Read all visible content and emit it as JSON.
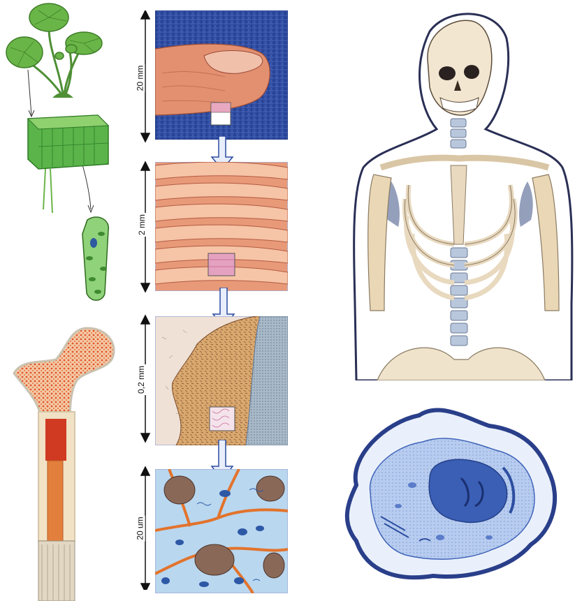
{
  "scale_labels": {
    "panel_1": "20 mm",
    "panel_2": "2 mm",
    "panel_3": "0,2 mm",
    "panel_4": "20 um"
  },
  "colors": {
    "plant_green": "#5aa83e",
    "skin": "#e49a78",
    "denim_blue": "#2c4aa0",
    "bone_orange": "#d9532a",
    "cell_blue": "#3f63b8",
    "bone_beige": "#e8d6b8"
  }
}
